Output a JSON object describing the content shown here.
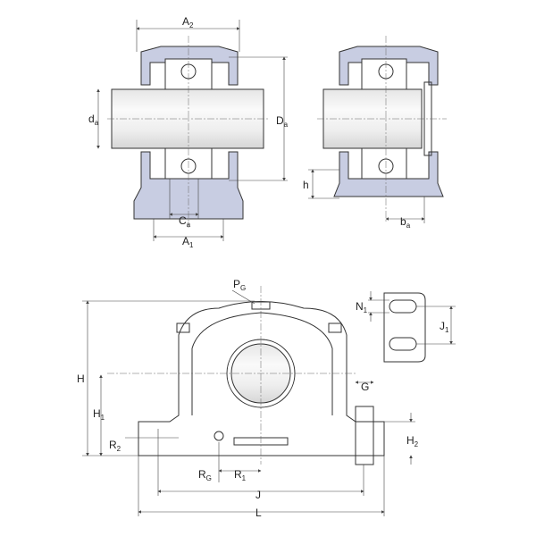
{
  "colors": {
    "housing_fill": "#c8cde2",
    "line": "#333333"
  },
  "labels": {
    "A2": {
      "base": "A",
      "sub": "2"
    },
    "da": {
      "base": "d",
      "sub": "a"
    },
    "Da": {
      "base": "D",
      "sub": "a"
    },
    "Ca": {
      "base": "C",
      "sub": "a"
    },
    "A1": {
      "base": "A",
      "sub": "1"
    },
    "h": {
      "base": "h",
      "sub": ""
    },
    "ba": {
      "base": "b",
      "sub": "a"
    },
    "PG": {
      "base": "P",
      "sub": "G"
    },
    "N1": {
      "base": "N",
      "sub": "1"
    },
    "J1": {
      "base": "J",
      "sub": "1"
    },
    "H": {
      "base": "H",
      "sub": ""
    },
    "G": {
      "base": "G",
      "sub": ""
    },
    "H1": {
      "base": "H",
      "sub": "1"
    },
    "R2": {
      "base": "R",
      "sub": "2"
    },
    "H2": {
      "base": "H",
      "sub": "2"
    },
    "RG": {
      "base": "R",
      "sub": "G"
    },
    "R1": {
      "base": "R",
      "sub": "1"
    },
    "J": {
      "base": "J",
      "sub": ""
    },
    "L": {
      "base": "L",
      "sub": ""
    }
  }
}
